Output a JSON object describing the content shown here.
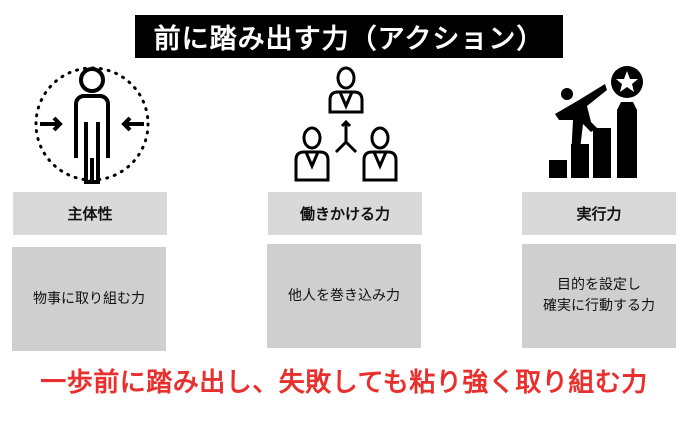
{
  "title": "前に踏み出す力（アクション）",
  "columns": [
    {
      "icon": "person-focus-icon",
      "label": "主体性",
      "description_lines": [
        "物事に取り組む力"
      ]
    },
    {
      "icon": "team-network-icon",
      "label": "働きかける力",
      "description_lines": [
        "他人を巻き込み力"
      ]
    },
    {
      "icon": "climbing-stairs-star-icon",
      "label": "実行力",
      "description_lines": [
        "目的を設定し",
        "確実に行動する力"
      ]
    }
  ],
  "slogan": "一歩前に踏み出し、失敗しても粘り強く取り組む力",
  "colors": {
    "slogan": "#e8312f",
    "label_bg": "#d9d9d9",
    "desc_bg": "#cfcfcf"
  }
}
